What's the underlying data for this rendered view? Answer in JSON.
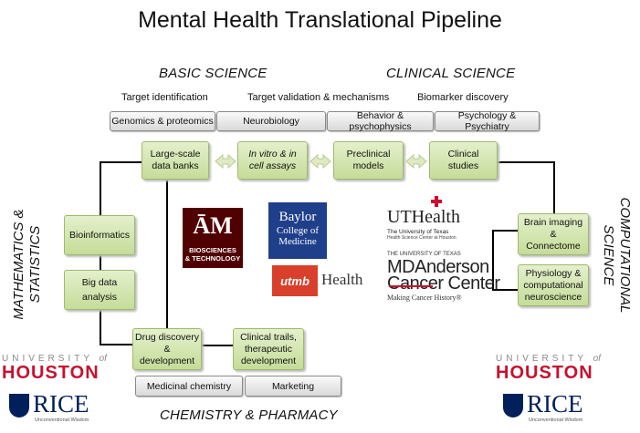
{
  "title": "Mental Health Translational Pipeline",
  "sections": {
    "basic": "BASIC SCIENCE",
    "clinical": "CLINICAL SCIENCE",
    "math": "MATHEMATICS & STATISTICS",
    "math_line1": "MATHEMATICS &",
    "math_line2": "STATISTICS",
    "comp": "COMPUTATIONAL SCIENCE",
    "comp_line1": "COMPUTATIONAL",
    "comp_line2": "SCIENCE",
    "chem": "CHEMISTRY & PHARMACY"
  },
  "subheaders": {
    "target_id": "Target identification",
    "target_val": "Target validation & mechanisms",
    "biomarker": "Biomarker discovery"
  },
  "gray_boxes": {
    "genomics": "Genomics & proteomics",
    "neurobiology": "Neurobiology",
    "behavior": "Behavior & psychophysics",
    "psychology": "Psychology & Psychiatry",
    "medchem": "Medicinal chemistry",
    "marketing": "Marketing"
  },
  "green_boxes": {
    "databanks_l1": "Large-scale",
    "databanks_l2": "data banks",
    "invitro_l1": "In vitro & in",
    "invitro_l2": "cell assays",
    "preclinical_l1": "Preclinical",
    "preclinical_l2": "models",
    "clinical_l1": "Clinical",
    "clinical_l2": "studies",
    "bioinformatics": "Bioinformatics",
    "bigdata_l1": "Big data",
    "bigdata_l2": "analysis",
    "drug_l1": "Drug discovery",
    "drug_l2": "&",
    "drug_l3": "development",
    "trials_l1": "Clinical trails,",
    "trials_l2": "therapeutic",
    "trials_l3": "development",
    "brain_l1": "Brain imaging",
    "brain_l2": "&",
    "brain_l3": "Connectome",
    "physio_l1": "Physiology &",
    "physio_l2": "computational",
    "physio_l3": "neuroscience"
  },
  "logos": {
    "tamu_mark": "ĀM",
    "tamu_l1": "BIOSCIENCES",
    "tamu_l2": "& TECHNOLOGY",
    "baylor_l1": "Baylor",
    "baylor_l2": "College of",
    "baylor_l3": "Medicine",
    "utmb": "utmb",
    "utmb_health": "Health",
    "uthealth_ut": "UT",
    "uthealth_health": "Health",
    "uthealth_sub1": "The University of Texas",
    "uthealth_sub2": "Health Science Center at Houston",
    "mda_top": "THE UNIVERSITY OF TEXAS",
    "mda_l1": "MDAnderson",
    "mda_l2": "Cancer Center",
    "mda_tag": "Making Cancer History®",
    "uh_university": "UNIVERSITY",
    "uh_of": "of",
    "uh_houston": "HOUSTON",
    "rice": "RICE",
    "rice_tag": "Unconventional Wisdom"
  },
  "colors": {
    "green_fill": "#c9dea0",
    "gray_fill": "#e6e6e6",
    "uh_red": "#c8102e",
    "rice_blue": "#00205b",
    "tamu_maroon": "#500000",
    "baylor_blue": "#1f3f8b",
    "utmb_red": "#d9402b",
    "mda_red": "#c8102e"
  }
}
